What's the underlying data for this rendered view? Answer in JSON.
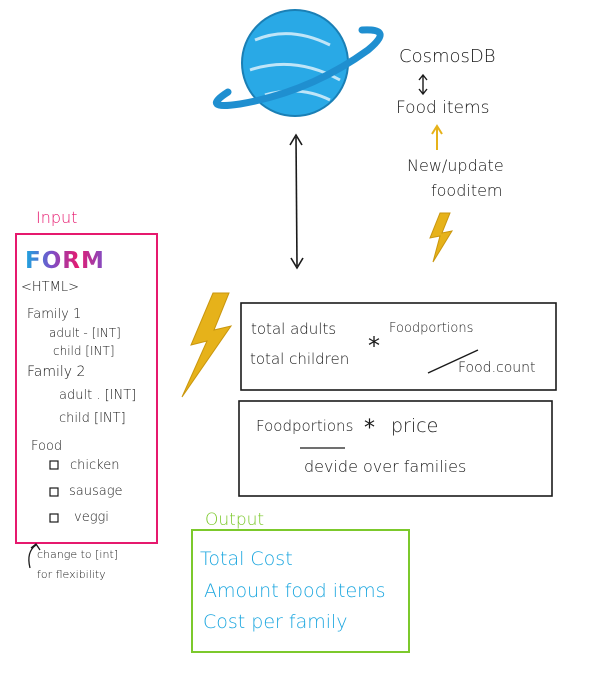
{
  "colors": {
    "input_pink": "#e6196e",
    "output_green": "#7cc92c",
    "output_blue": "#1ba6df",
    "lightning_gold": "#e6b21a",
    "planet_blue": "#29a9e6",
    "ink": "#1a1a1a"
  },
  "cosmos": {
    "db_label": "CosmosDB",
    "food_items_label": "Food items",
    "new_update_line1": "New/update",
    "new_update_line2": "fooditem"
  },
  "input": {
    "title": "Input",
    "form_label": "FORM",
    "html_label": "<HTML>",
    "family1": "Family 1",
    "family1_adult": "adult - [INT]",
    "family1_child": "child [INT]",
    "family2": "Family 2",
    "family2_adult": "adult . [INT]",
    "family2_child": "child [INT]",
    "food": "Food",
    "food_items": [
      "chicken",
      "sausage",
      "veggi"
    ],
    "note_line1": "change to [int]",
    "note_line2": "for flexibility"
  },
  "calc1": {
    "total_adults": "total adults",
    "total_children": "total children",
    "operator": "*",
    "foodportions": "Foodportions",
    "food_count": "Food.count"
  },
  "calc2": {
    "line1_part": "Foodportions",
    "operator": "*",
    "price": "price",
    "line2": "devide over families"
  },
  "output": {
    "title": "Output",
    "lines": [
      "Total Cost",
      "Amount food items",
      "Cost per family"
    ]
  }
}
